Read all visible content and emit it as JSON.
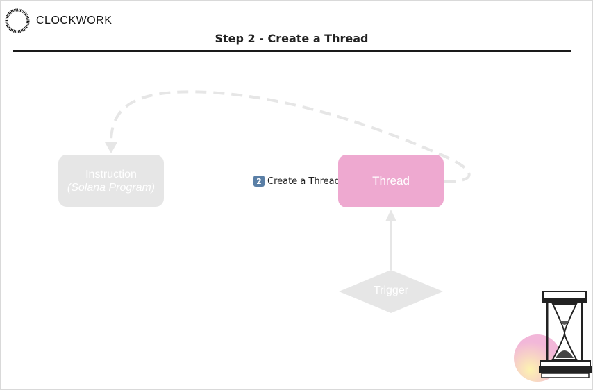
{
  "brand": {
    "name": "CLOCKWORK",
    "logo_icon": "clockwork-ring-icon"
  },
  "header": {
    "title": "Step 2 - Create a Thread"
  },
  "diagram": {
    "instruction": {
      "title": "Instruction",
      "subtitle": "(Solana Program)"
    },
    "thread": {
      "label": "Thread"
    },
    "trigger": {
      "label": "Trigger"
    },
    "step": {
      "number": "2",
      "label": "Create a Thread"
    }
  },
  "colors": {
    "thread": "#eea9d0",
    "inactive": "#e6e6e6",
    "rule": "#1a1a1a"
  },
  "decoration": {
    "icon": "hourglass-illustration-icon"
  }
}
